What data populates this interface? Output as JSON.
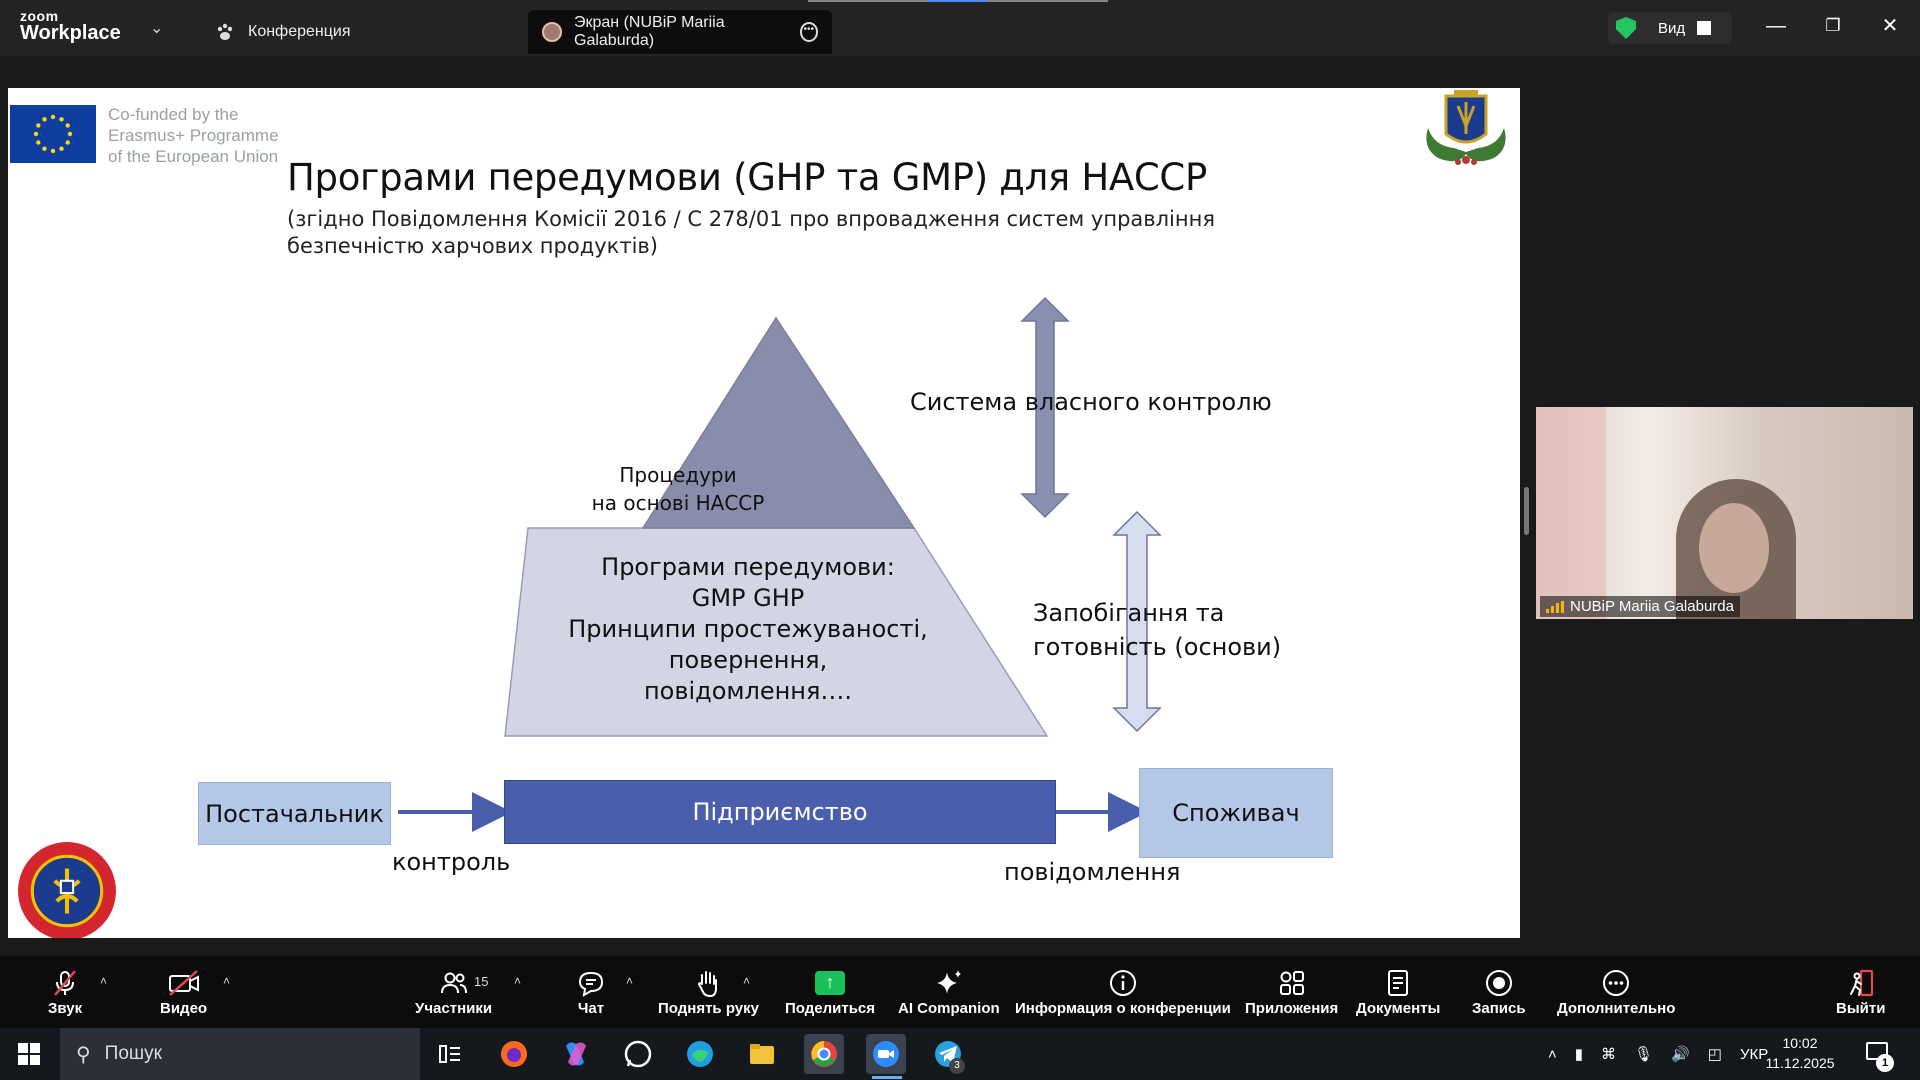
{
  "app": {
    "logo_small": "zoom",
    "logo_big": "Workplace",
    "tabs": [
      {
        "label": "Конференция"
      },
      {
        "label": "Экран (NUBiP Mariia Galaburda)"
      }
    ],
    "view_label": "Вид"
  },
  "slide": {
    "eu_text": [
      "Co-funded by the",
      "Erasmus+ Programme",
      "of the European Union"
    ],
    "title": "Програми передумови (GHP та GMP) для НАССР",
    "subtitle_line1": "(згідно Повідомлення Комісії 2016 / С 278/01 про впровадження систем управління",
    "subtitle_line2": "безпечністю харчових продуктів)",
    "pyramid_top": [
      "Процедури",
      "на основі НАССР"
    ],
    "pyramid_bottom": [
      "Програми передумови:",
      "GMP GHP",
      "Принципи простежуваності,",
      "повернення,",
      "повідомлення…."
    ],
    "label_self_control": "Система власного контролю",
    "label_prevention": [
      "Запобігання та",
      "готовність (основи)"
    ],
    "box_supplier": "Постачальник",
    "box_enterprise": "Підприємство",
    "box_consumer": "Споживач",
    "label_control": "контроль",
    "label_notification": "повідомлення",
    "colors": {
      "pyramid_top": "#8a8cab",
      "pyramid_bottom": "#d3d5e5",
      "arrow_dark": "#8a91b0",
      "arrow_light": "#d7dcef",
      "enterprise": "#4a5fac",
      "side_boxes": "#b5c7e6",
      "flow_arrow": "#4a5fac"
    }
  },
  "video": {
    "participant_name": "NUBiP Mariia Galaburda"
  },
  "toolbar": {
    "audio": "Звук",
    "video": "Видео",
    "participants": "Участники",
    "participants_count": "15",
    "chat": "Чат",
    "raise_hand": "Поднять руку",
    "share": "Поделиться",
    "ai": "AI Companion",
    "info": "Информация о конференции",
    "apps": "Приложения",
    "docs": "Документы",
    "record": "Запись",
    "more": "Дополнительно",
    "leave": "Выйти"
  },
  "taskbar": {
    "search_placeholder": "Пошук",
    "lang": "УКР",
    "time": "10:02",
    "date": "11.12.2025",
    "notification_count": "1",
    "telegram_badge": "3"
  }
}
